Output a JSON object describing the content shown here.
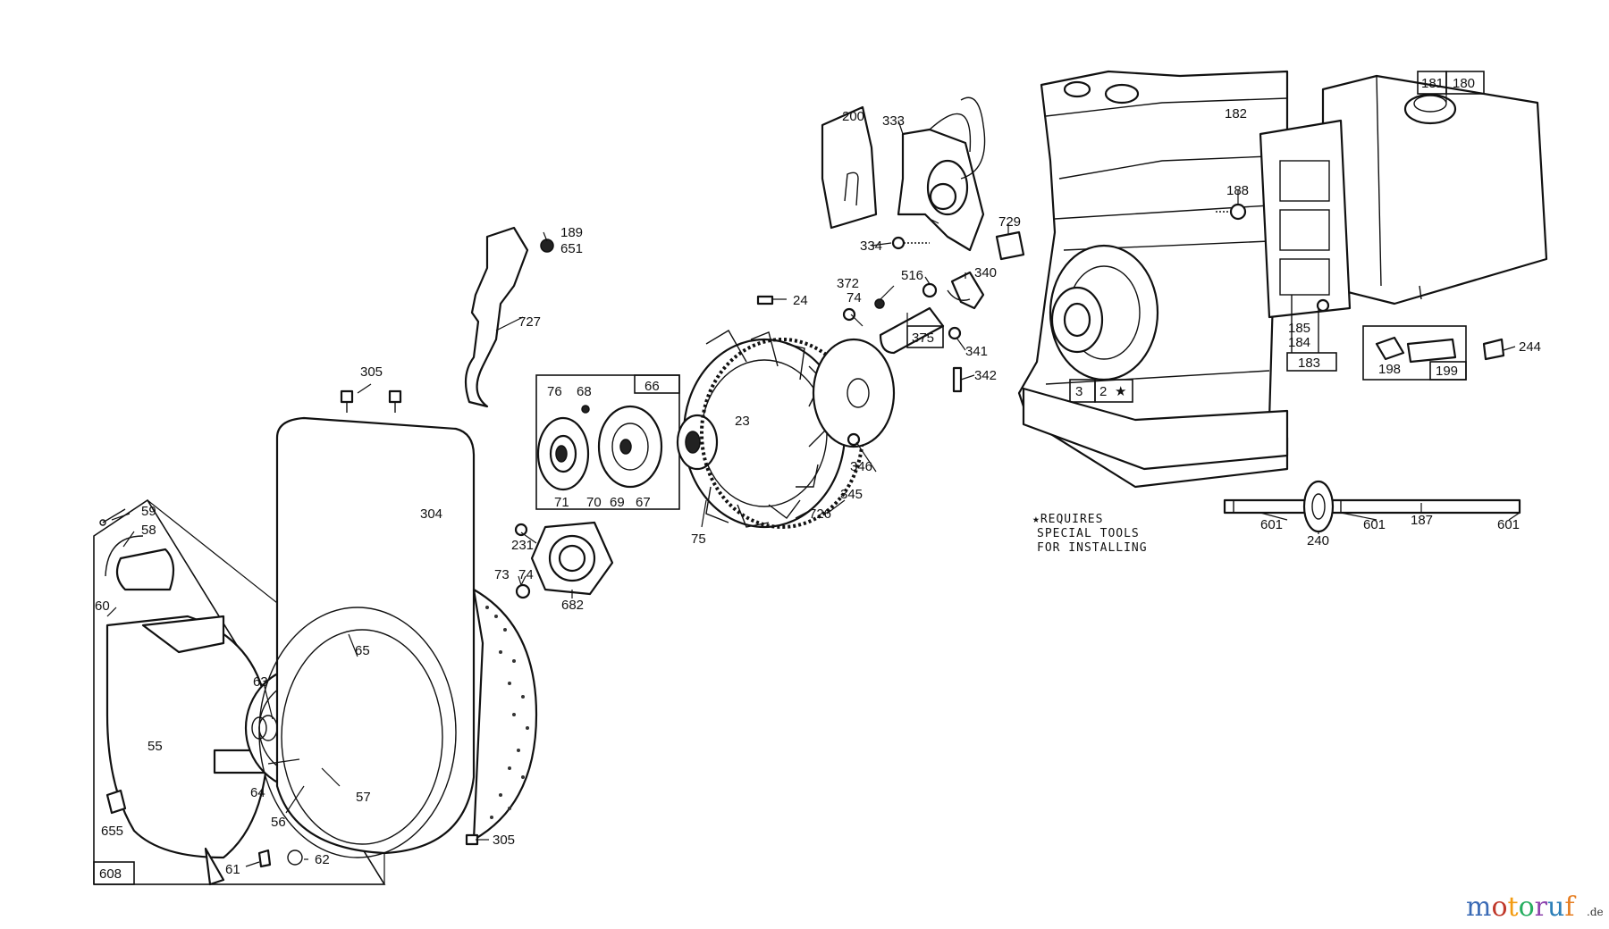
{
  "note": {
    "line1": "★REQUIRES",
    "line2": "SPECIAL TOOLS",
    "line3": "FOR INSTALLING"
  },
  "labels": {
    "p2": "2",
    "p3": "3",
    "p23": "23",
    "p24": "24",
    "p55": "55",
    "p56": "56",
    "p57": "57",
    "p58": "58",
    "p59": "59",
    "p60": "60",
    "p61": "61",
    "p62": "62",
    "p63": "63",
    "p64": "64",
    "p65": "65",
    "p66": "66",
    "p67": "67",
    "p68": "68",
    "p69": "69",
    "p70": "70",
    "p71": "71",
    "p73": "73",
    "p74a": "74",
    "p74b": "74",
    "p75": "75",
    "p76": "76",
    "p180": "180",
    "p181": "181",
    "p182": "182",
    "p183": "183",
    "p184": "184",
    "p185": "185",
    "p187": "187",
    "p188": "188",
    "p189": "189",
    "p198": "198",
    "p199": "199",
    "p200": "200",
    "p231": "231",
    "p240": "240",
    "p244": "244",
    "p304": "304",
    "p305a": "305",
    "p305b": "305",
    "p333": "333",
    "p334": "334",
    "p340": "340",
    "p341": "341",
    "p342": "342",
    "p345": "345",
    "p346": "346",
    "p372": "372",
    "p375": "375",
    "p516": "516",
    "p601a": "601",
    "p601b": "601",
    "p601c": "601",
    "p608": "608",
    "p651": "651",
    "p655": "655",
    "p682": "682",
    "p726": "726",
    "p727": "727",
    "p729": "729"
  },
  "watermark": {
    "letters": [
      "m",
      "o",
      "t",
      "o",
      "r",
      "u",
      "f"
    ],
    "suffix": ".de"
  },
  "colors": {
    "wm_m": "#3a6ab5",
    "wm_o1": "#c0392b",
    "wm_t": "#f39c12",
    "wm_o2": "#27ae60",
    "wm_r": "#8e44ad",
    "wm_u": "#2c7fb8",
    "wm_f": "#e67e22"
  }
}
